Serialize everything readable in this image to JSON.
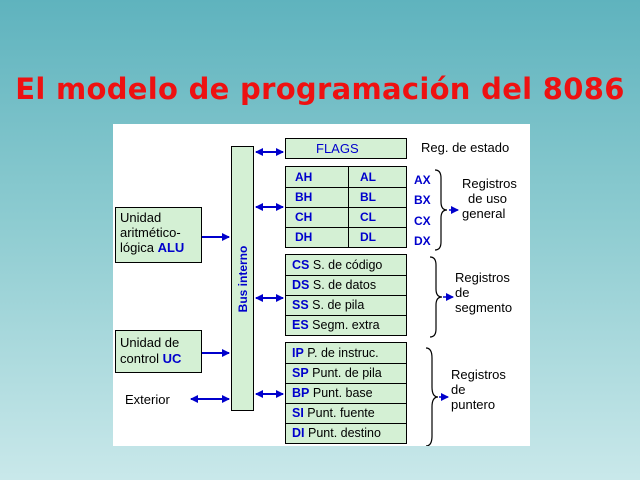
{
  "title": "El modelo de programación del 8086",
  "bus": "Bus interno",
  "alu": {
    "line1": "Unidad",
    "line2": "aritmético-",
    "line3": "lógica",
    "abbr": "ALU"
  },
  "uc": {
    "line1": "Unidad de",
    "line2": "control",
    "abbr": "UC"
  },
  "exterior": "Exterior",
  "flags": "FLAGS",
  "reg_estado": "Reg. de estado",
  "general": {
    "rows": [
      {
        "high": "AH",
        "low": "AL",
        "full": "AX"
      },
      {
        "high": "BH",
        "low": "BL",
        "full": "BX"
      },
      {
        "high": "CH",
        "low": "CL",
        "full": "CX"
      },
      {
        "high": "DH",
        "low": "DL",
        "full": "DX"
      }
    ],
    "label": [
      "Registros",
      "de uso",
      "general"
    ]
  },
  "segment": {
    "rows": [
      {
        "abbr": "CS",
        "desc": "S. de código"
      },
      {
        "abbr": "DS",
        "desc": "S. de datos"
      },
      {
        "abbr": "SS",
        "desc": "S. de pila"
      },
      {
        "abbr": "ES",
        "desc": "Segm. extra"
      }
    ],
    "label": [
      "Registros",
      "de",
      "segmento"
    ]
  },
  "pointer": {
    "rows": [
      {
        "abbr": "IP",
        "desc": "P. de instruc."
      },
      {
        "abbr": "SP",
        "desc": "Punt. de pila"
      },
      {
        "abbr": "BP",
        "desc": "Punt. base"
      },
      {
        "abbr": "SI",
        "desc": "Punt. fuente"
      },
      {
        "abbr": "DI",
        "desc": "Punt. destino"
      }
    ],
    "label": [
      "Registros",
      "de",
      "puntero"
    ]
  },
  "colors": {
    "title": "#ee1111",
    "accent": "#0000cc",
    "box": "#d4f0d4"
  }
}
